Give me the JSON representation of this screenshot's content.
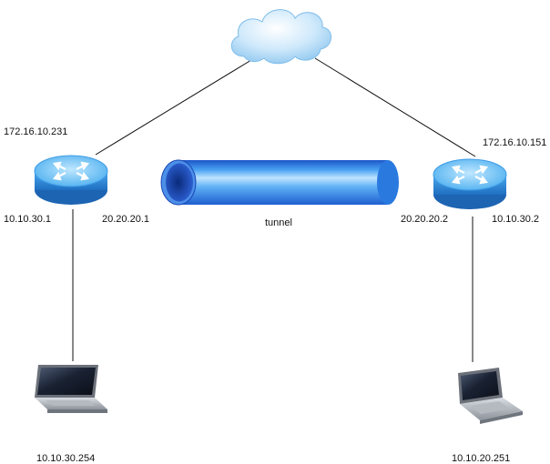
{
  "diagram": {
    "nodes": {
      "cloud": {
        "kind": "cloud",
        "icon": "cloud-icon"
      },
      "router_left": {
        "kind": "router",
        "icon": "router-icon",
        "wan_ip": "172.16.10.231",
        "lan_ip": "10.10.30.1",
        "tunnel_ip": "20.20.20.1"
      },
      "router_right": {
        "kind": "router",
        "icon": "router-icon",
        "wan_ip": "172.16.10.151",
        "lan_ip": "10.10.30.2",
        "tunnel_ip": "20.20.20.2"
      },
      "laptop_left": {
        "kind": "laptop",
        "icon": "laptop-icon",
        "ip": "10.10.30.254"
      },
      "laptop_right": {
        "kind": "laptop",
        "icon": "laptop-icon",
        "ip": "10.10.20.251"
      }
    },
    "tunnel": {
      "label": "tunnel",
      "icon": "tunnel-pipe-icon"
    },
    "colors": {
      "router_body": "#3a9be6",
      "router_top": "#6cc3f7",
      "tunnel_body": "#2b7de0",
      "cloud": "#a9d7f7",
      "line": "#111111"
    }
  }
}
